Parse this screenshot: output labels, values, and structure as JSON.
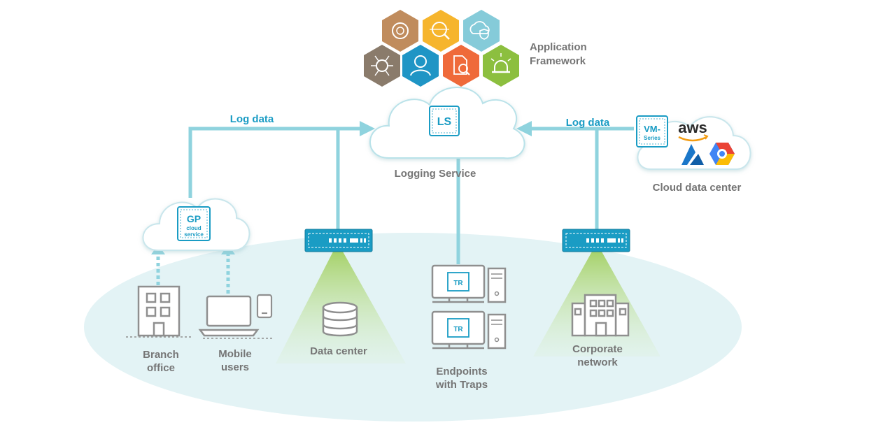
{
  "framework": {
    "line1": "Application",
    "line2": "Framework"
  },
  "cloud": {
    "badge": "LS",
    "label": "Logging Service"
  },
  "log_left": "Log data",
  "log_right": "Log data",
  "gp": {
    "badge": "GP",
    "sub1": "cloud",
    "sub2": "service"
  },
  "cloud_dc": {
    "vm1": "VM-",
    "vm2": "Series",
    "aws": "aws",
    "label": "Cloud data center"
  },
  "nodes": {
    "branch1": "Branch",
    "branch2": "office",
    "mobile1": "Mobile",
    "mobile2": "users",
    "datacenter": "Data center",
    "endpoints1": "Endpoints",
    "endpoints2": "with Traps",
    "corp1": "Corporate",
    "corp2": "network"
  },
  "traps_badge": "TR",
  "colors": {
    "connector": "#8fd3de",
    "accent": "#1a9cc4",
    "label": "#757575",
    "ground": "#e3f3f5",
    "hex": [
      "#c08c5d",
      "#f6b52d",
      "#85cbd9",
      "#8a7b6b",
      "#1f95c5",
      "#ef6a3a",
      "#8cbf3f"
    ]
  }
}
